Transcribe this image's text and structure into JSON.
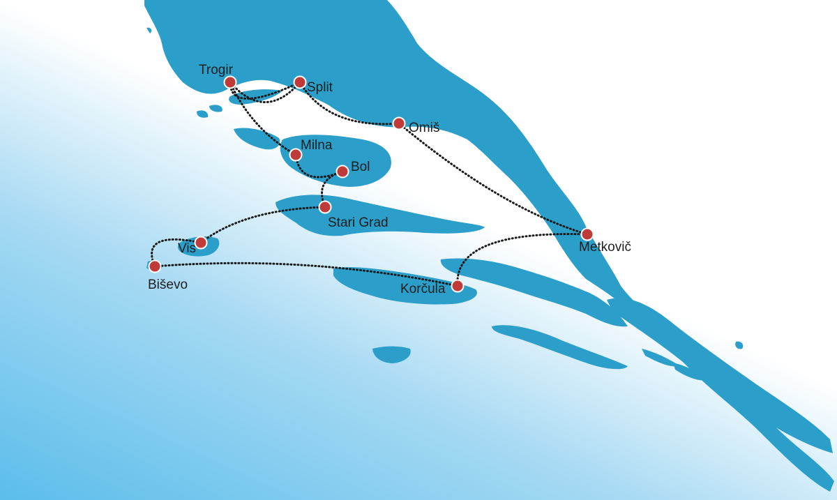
{
  "colors": {
    "land": "#2b9fca",
    "sea_deep": "#5bbdeb",
    "sea_light": "#ffffff",
    "marker": "#c03a3a",
    "route": "#1a1a1a"
  },
  "places": [
    {
      "id": "trogir",
      "name": "Trogir"
    },
    {
      "id": "split",
      "name": "Split"
    },
    {
      "id": "omis",
      "name": "Omiš"
    },
    {
      "id": "milna",
      "name": "Milna"
    },
    {
      "id": "bol",
      "name": "Bol"
    },
    {
      "id": "stari-grad",
      "name": "Stari Grad"
    },
    {
      "id": "vis",
      "name": "Vis"
    },
    {
      "id": "bisevo",
      "name": "Biševo"
    },
    {
      "id": "korcula",
      "name": "Korčula"
    },
    {
      "id": "metkovic",
      "name": "Metkovič"
    }
  ],
  "routes": [
    {
      "from": "split",
      "to": "trogir"
    },
    {
      "from": "trogir",
      "to": "split"
    },
    {
      "from": "split",
      "to": "omis"
    },
    {
      "from": "trogir",
      "to": "milna"
    },
    {
      "from": "milna",
      "to": "bol"
    },
    {
      "from": "bol",
      "to": "stari-grad"
    },
    {
      "from": "stari-grad",
      "to": "vis"
    },
    {
      "from": "vis",
      "to": "bisevo"
    },
    {
      "from": "bisevo",
      "to": "korcula"
    },
    {
      "from": "korcula",
      "to": "metkovic"
    },
    {
      "from": "metkovic",
      "to": "omis"
    }
  ]
}
